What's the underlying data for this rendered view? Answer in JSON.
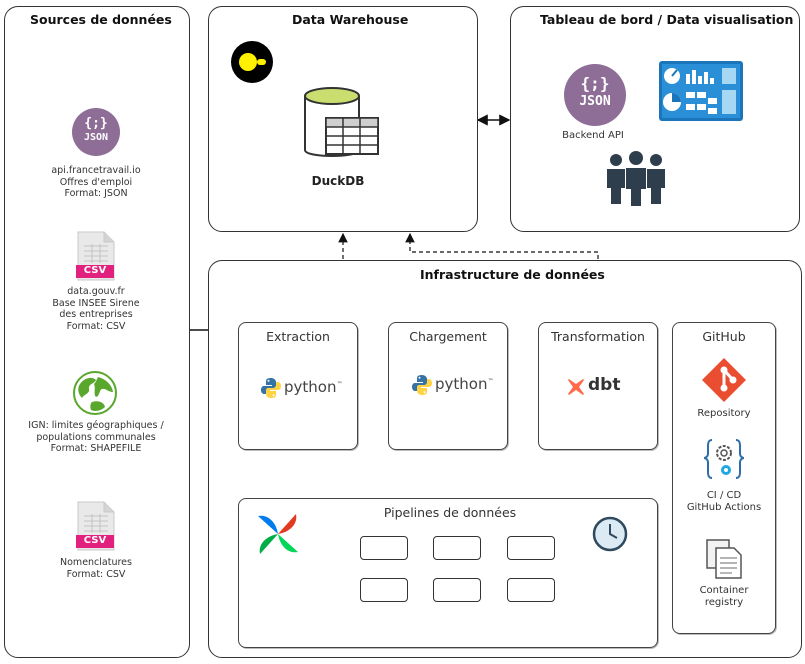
{
  "sources": {
    "title": "Sources de données",
    "items": [
      {
        "icon": "json-icon",
        "icon_text": "{;}",
        "icon_sub": "JSON",
        "lines": [
          "api.francetravail.io",
          "Offres d'emploi",
          "Format: JSON"
        ]
      },
      {
        "icon": "csv-file-icon",
        "icon_text": "CSV",
        "lines": [
          "data.gouv.fr",
          "Base INSEE Sirene",
          "des entreprises",
          "Format: CSV"
        ]
      },
      {
        "icon": "globe-icon",
        "lines": [
          "IGN: limites géographiques /",
          "populations communales",
          "Format: SHAPEFILE"
        ]
      },
      {
        "icon": "csv-file-icon",
        "icon_text": "CSV",
        "lines": [
          "Nomenclatures",
          "Format: CSV"
        ]
      }
    ]
  },
  "warehouse": {
    "title": "Data Warehouse",
    "db_label": "DuckDB"
  },
  "dashboard": {
    "title": "Tableau de bord / Data visualisation",
    "api_icon_text": "{;}",
    "api_icon_sub": "JSON",
    "api_label": "Backend API"
  },
  "infra": {
    "title": "Infrastructure de données",
    "steps": [
      {
        "label": "Extraction",
        "tool": "python",
        "tool_mark": "™"
      },
      {
        "label": "Chargement",
        "tool": "python",
        "tool_mark": "™"
      },
      {
        "label": "Transformation",
        "tool": "dbt"
      }
    ],
    "pipelines_title": "Pipelines de données"
  },
  "github": {
    "title": "GitHub",
    "items": [
      {
        "icon": "git-icon",
        "lines": [
          "Repository"
        ]
      },
      {
        "icon": "gear-icon",
        "lines": [
          "CI / CD",
          "GitHub Actions"
        ]
      },
      {
        "icon": "document-icon",
        "lines": [
          "Container",
          "registry"
        ]
      }
    ]
  },
  "colors": {
    "json": "#8e6e96",
    "csv": "#e2217f",
    "duckdb_yellow": "#fff000",
    "dbt": "#ff694a",
    "python_blue": "#3572a5",
    "python_yellow": "#ffd343",
    "airflow": [
      "#017cee",
      "#00ad46",
      "#e43921",
      "#04d659"
    ],
    "dashboard_blue": "#1b75bb"
  }
}
